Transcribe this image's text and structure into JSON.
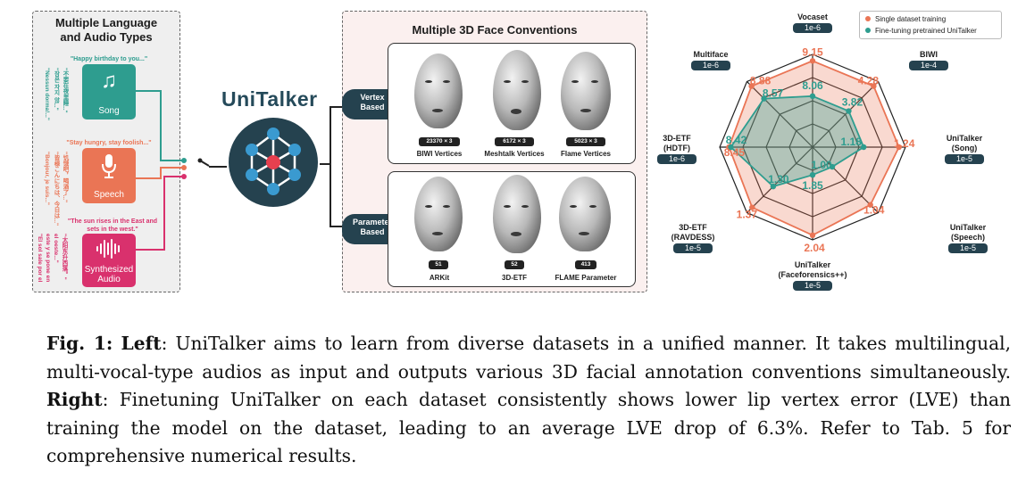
{
  "left_panel": {
    "title_line1": "Multiple Language",
    "title_line2": "and Audio Types",
    "song": {
      "quote": "\"Happy birthday to you...\"",
      "side_texts": [
        "\"Nessun dorma!...\"",
        "\"잠은 자지 않...\"",
        "\"不要在夜里睡...\""
      ],
      "label": "Song",
      "color": "#2e9d8f"
    },
    "speech": {
      "quote": "\"Stay hungry, stay foolish...\"",
      "side_texts": [
        "\"Bonjour, je suis...\"",
        "\"皆様こんにちは、今日は...\"",
        "\"饥饿吧，喝酒了...\""
      ],
      "label": "Speech",
      "color": "#ea7555"
    },
    "synth": {
      "quote_line1": "\"The sun rises in the East and",
      "quote_line2": "sets in the west.\"",
      "side_texts": [
        "\"El sol sale por el",
        "este y se pone en",
        "el oeste...\"",
        "\"太阳东升西落。\""
      ],
      "label_line1": "Synthesized",
      "label_line2": "Audio",
      "color": "#d9316d"
    }
  },
  "model": {
    "logo": "UniTalker",
    "vertex_pill_line1": "Vertex",
    "vertex_pill_line2": "Based",
    "param_pill_line1": "Parameter",
    "param_pill_line2": "Based"
  },
  "faces_panel": {
    "title": "Multiple 3D Face Conventions",
    "vertex": [
      {
        "dim": "23370 × 3",
        "label": "BIWI Vertices"
      },
      {
        "dim": "6172 × 3",
        "label": "Meshtalk Vertices"
      },
      {
        "dim": "5023 × 3",
        "label": "Flame Vertices"
      }
    ],
    "param": [
      {
        "dim": "51",
        "label": "ARKit"
      },
      {
        "dim": "52",
        "label": "3D-ETF"
      },
      {
        "dim": "413",
        "label": "FLAME Parameter"
      }
    ]
  },
  "chart_data": {
    "type": "radar",
    "legend_position": "top-right",
    "series": [
      {
        "name": "Single dataset training",
        "color": "#ea7555",
        "values": [
          9.15,
          4.28,
          1.24,
          1.04,
          2.04,
          1.37,
          8.45,
          8.88
        ]
      },
      {
        "name": "Fine-tuning pretrained UniTalker",
        "color": "#2e9d8f",
        "values": [
          8.06,
          3.82,
          1.18,
          1.0,
          1.85,
          1.3,
          8.42,
          8.57
        ]
      }
    ],
    "axes": [
      {
        "name_line1": "Vocaset",
        "name_line2": "",
        "rate": "1e-6"
      },
      {
        "name_line1": "BIWI",
        "name_line2": "",
        "rate": "1e-4"
      },
      {
        "name_line1": "UniTalker",
        "name_line2": "(Song)",
        "rate": "1e-5"
      },
      {
        "name_line1": "UniTalker",
        "name_line2": "(Speech)",
        "rate": "1e-5"
      },
      {
        "name_line1": "UniTalker",
        "name_line2": "(Faceforensics++)",
        "rate": "1e-5"
      },
      {
        "name_line1": "3D-ETF",
        "name_line2": "(RAVDESS)",
        "rate": "1e-5"
      },
      {
        "name_line1": "3D-ETF",
        "name_line2": "(HDTF)",
        "rate": "1e-6"
      },
      {
        "name_line1": "Multiface",
        "name_line2": "",
        "rate": "1e-6"
      }
    ],
    "ring_fractions": [
      0.25,
      0.5,
      0.75,
      1.0
    ],
    "single_fractions": [
      0.93,
      0.93,
      0.93,
      0.88,
      0.95,
      0.92,
      0.9,
      0.93
    ],
    "finetune_fractions": [
      0.55,
      0.55,
      0.55,
      0.3,
      0.3,
      0.6,
      0.88,
      0.74
    ],
    "labels": {
      "single": [
        "9.15",
        "4.28",
        "1.24",
        "1.04",
        "2.04",
        "1.37",
        "8.45",
        "8.88"
      ],
      "finetune": [
        "8.06",
        "3.82",
        "1.18",
        "1.00",
        "1.85",
        "1.30",
        "8.42",
        "8.57"
      ]
    }
  },
  "caption": {
    "fig": "Fig. 1:",
    "left_word": "Left",
    "left_text": ": UniTalker aims to learn from diverse datasets in a unified manner. It takes multilingual, multi-vocal-type audios as input and outputs various 3D facial annotation conventions simultaneously. ",
    "right_word": "Right",
    "right_text": ": Finetuning UniTalker on each dataset consistently shows lower lip vertex error (LVE) than training the model on the dataset, leading to an average LVE drop of 6.3%. Refer to Tab. 5 for comprehensive numerical results."
  }
}
